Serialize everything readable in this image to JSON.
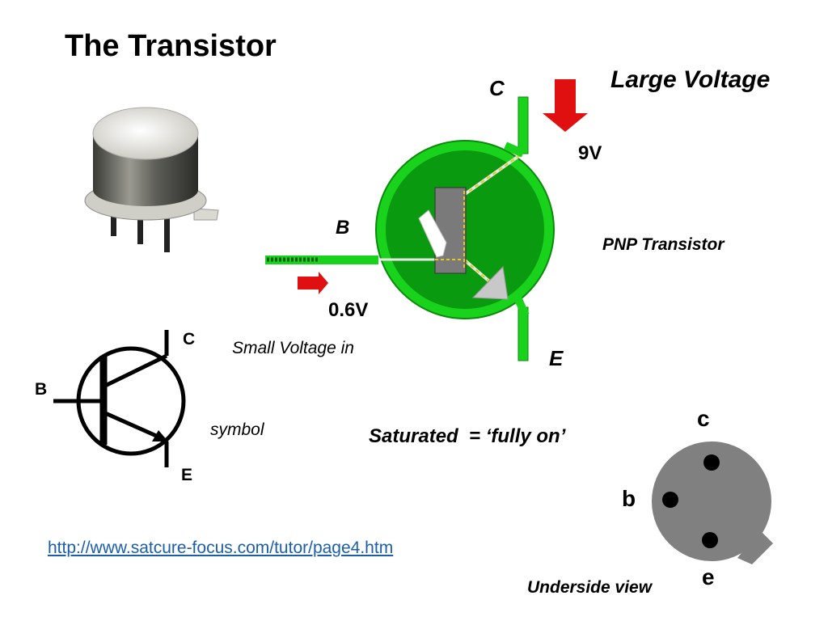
{
  "title": "The Transistor",
  "main_diagram": {
    "collector_label": "C",
    "base_label": "B",
    "emitter_label": "E",
    "large_voltage_label": "Large Voltage",
    "collector_voltage": "9V",
    "base_voltage": "0.6V",
    "small_voltage_label": "Small Voltage in",
    "type_label": "PNP Transistor",
    "colors": {
      "green": "#19d21b",
      "dark_green": "#0b8a0c",
      "arrow_red": "#e01010"
    }
  },
  "symbol": {
    "c_label": "C",
    "b_label": "B",
    "e_label": "E",
    "caption": "symbol"
  },
  "saturated_text": "Saturated  = ‘fully on’",
  "underside": {
    "c_label": "c",
    "b_label": "b",
    "e_label": "e",
    "caption": "Underside view",
    "color": "#808080"
  },
  "link_text": "http://www.satcure-focus.com/tutor/page4.htm"
}
